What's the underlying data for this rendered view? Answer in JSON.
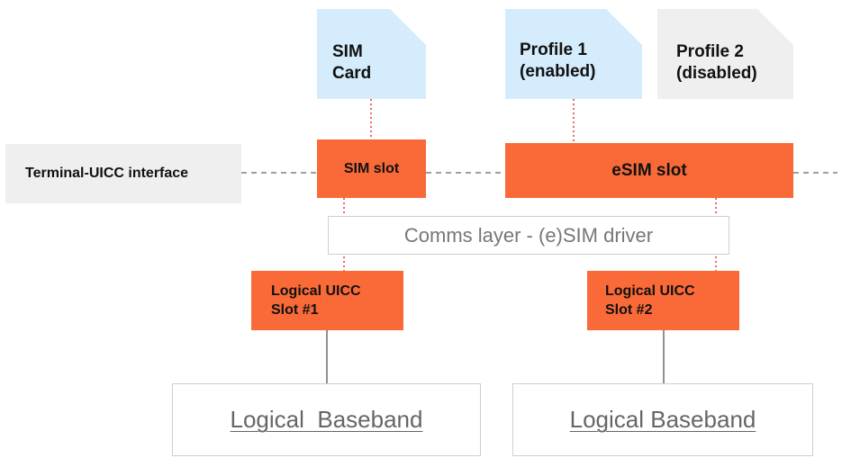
{
  "cards": {
    "sim_card": {
      "label": "SIM\nCard",
      "color": "#d4ecfb"
    },
    "profile_1": {
      "label": "Profile 1\n(enabled)",
      "color": "#d4ecfb"
    },
    "profile_2": {
      "label": "Profile 2\n(disabled)",
      "color": "#efefef"
    }
  },
  "interface": {
    "label": "Terminal-UICC interface"
  },
  "slots": {
    "sim_slot": {
      "label": "SIM slot"
    },
    "esim_slot": {
      "label": "eSIM slot"
    }
  },
  "comms_layer": {
    "label": "Comms layer - (e)SIM driver"
  },
  "logical_slots": [
    {
      "label": "Logical UICC\nSlot #1"
    },
    {
      "label": "Logical UICC\nSlot #2"
    }
  ],
  "basebands": [
    {
      "label": "Logical  Baseband"
    },
    {
      "label": "Logical Baseband"
    }
  ],
  "colors": {
    "accent": "#f96a38",
    "card_blue": "#d4ecfb",
    "card_grey": "#efefef",
    "red_dotted": "#e23a3a",
    "connector": "#555555"
  }
}
